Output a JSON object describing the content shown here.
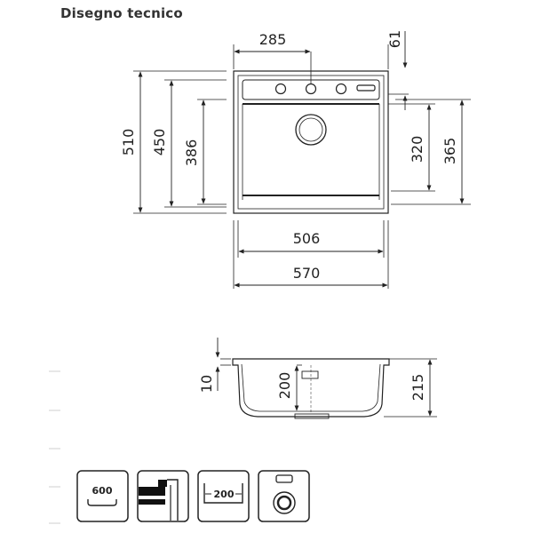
{
  "title": "Disegno tecnico",
  "top_view": {
    "dims": {
      "width_tap": "285",
      "rim_offset": "61",
      "height_total": "510",
      "height_inner": "450",
      "height_bowl": "386",
      "height_right_inner": "320",
      "height_right_outer": "365",
      "width_inner": "506",
      "width_total": "570"
    }
  },
  "side_view": {
    "dims": {
      "rim": "10",
      "bowl_depth": "200",
      "total_depth": "215"
    }
  },
  "icons": [
    {
      "name": "cabinet-600-icon",
      "label": "600"
    },
    {
      "name": "mounting-icon",
      "label": ""
    },
    {
      "name": "depth-200-icon",
      "label": "200"
    },
    {
      "name": "drain-icon",
      "label": ""
    }
  ]
}
